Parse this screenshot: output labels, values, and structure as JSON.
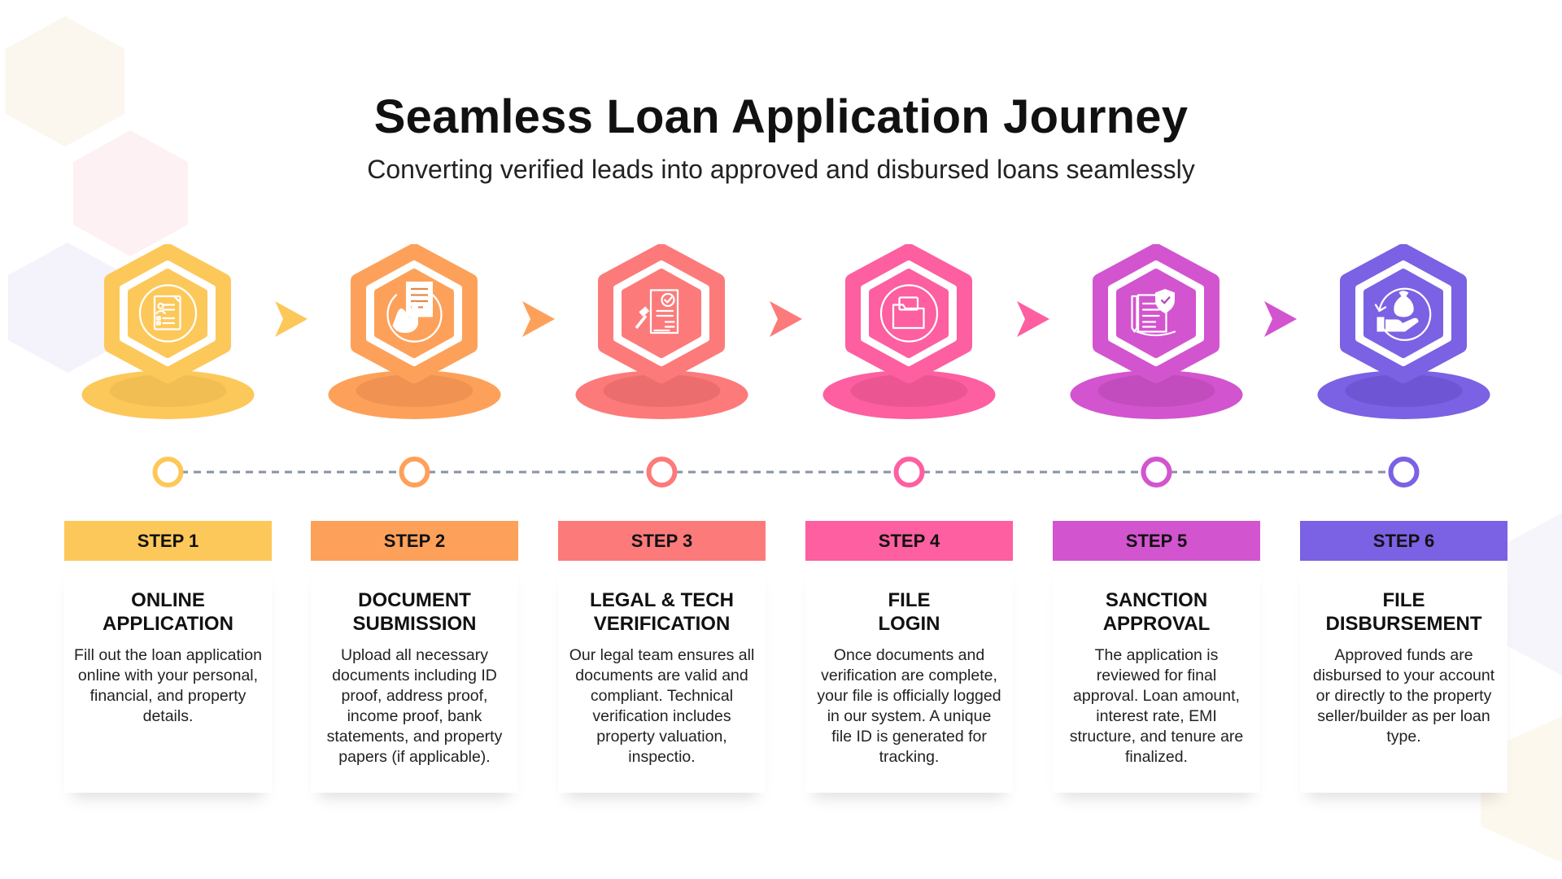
{
  "header": {
    "title": "Seamless Loan Application Journey",
    "subtitle": "Converting verified leads into approved and disbursed loans seamlessly"
  },
  "steps": [
    {
      "label": "STEP 1",
      "title": "ONLINE\nAPPLICATION",
      "description": "Fill out the loan application online with your personal, financial, and property details.",
      "color": "#FDC85A",
      "shadow": "#E5B64C",
      "icon": "application-form-icon"
    },
    {
      "label": "STEP 2",
      "title": "DOCUMENT\nSUBMISSION",
      "description": "Upload all necessary documents including ID proof, address proof, income proof, bank statements, and property papers (if applicable).",
      "color": "#FDA15A",
      "shadow": "#E5874A",
      "icon": "document-upload-icon"
    },
    {
      "label": "STEP 3",
      "title": "LEGAL & TECH\nVERIFICATION",
      "description": "Our legal team ensures all documents are valid and compliant. Technical verification includes property valuation, inspectio.",
      "color": "#FD7A7A",
      "shadow": "#DE6262",
      "icon": "legal-gavel-icon"
    },
    {
      "label": "STEP 4",
      "title": "FILE\nLOGIN",
      "description": "Once documents and verification are complete, your file is officially logged in our system. A unique file ID is generated for tracking.",
      "color": "#FD5FA0",
      "shadow": "#DD4C86",
      "icon": "folder-icon"
    },
    {
      "label": "STEP 5",
      "title": "SANCTION\nAPPROVAL",
      "description": "The application is reviewed for final approval. Loan amount, interest rate, EMI structure, and tenure are finalized.",
      "color": "#D354CF",
      "shadow": "#B444B0",
      "icon": "approval-shield-icon"
    },
    {
      "label": "STEP 6",
      "title": "FILE\nDISBURSEMENT",
      "description": "Approved funds are disbursed to your account or directly to the property seller/builder as per loan type.",
      "color": "#7B61E3",
      "shadow": "#654CC9",
      "icon": "money-hand-icon"
    }
  ],
  "arrow_colors": [
    "#FDC85A",
    "#FDA15A",
    "#FD7A7A",
    "#FD5FA0",
    "#D354CF"
  ]
}
